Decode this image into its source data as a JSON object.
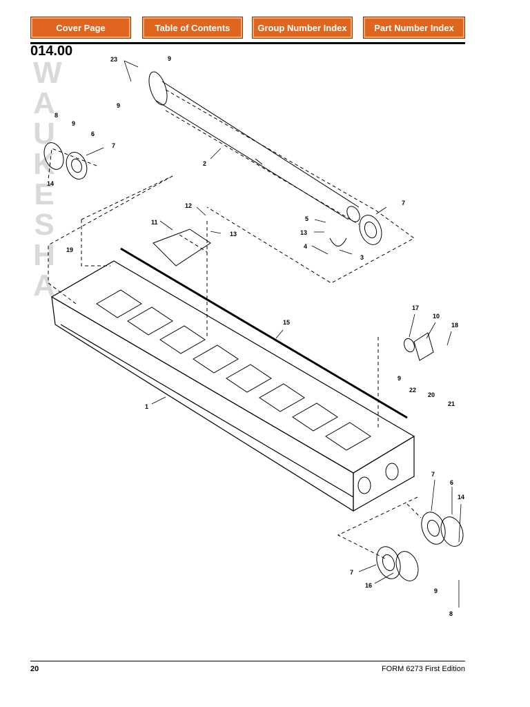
{
  "nav": {
    "buttons": [
      {
        "label": "Cover Page"
      },
      {
        "label": "Table of Contents"
      },
      {
        "label": "Group Number Index"
      },
      {
        "label": "Part Number Index"
      }
    ]
  },
  "section_number": "014.00",
  "watermark": [
    "W",
    "A",
    "U",
    "K",
    "E",
    "S",
    "H",
    "A"
  ],
  "callouts": [
    "1",
    "2",
    "3",
    "4",
    "5",
    "6",
    "7",
    "8",
    "9",
    "10",
    "11",
    "12",
    "13",
    "14",
    "15",
    "16",
    "17",
    "18",
    "19",
    "20",
    "21",
    "22",
    "23"
  ],
  "footer": {
    "page_number": "20",
    "form_text": "FORM 6273 First Edition"
  },
  "colors": {
    "nav_button": "#e0661f",
    "watermark": "#d9d9d9"
  }
}
